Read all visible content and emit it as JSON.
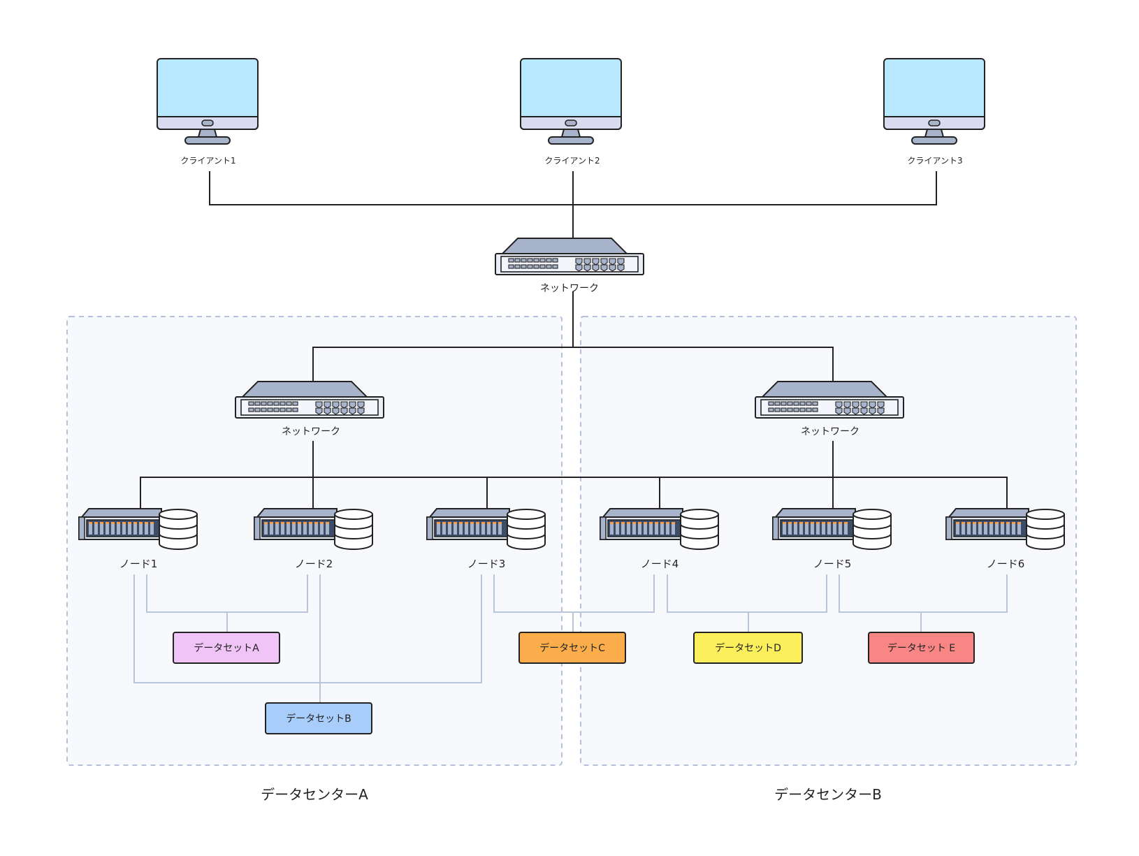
{
  "clients": [
    {
      "label": "クライアント1"
    },
    {
      "label": "クライアント2"
    },
    {
      "label": "クライアント3"
    }
  ],
  "networks": {
    "core": "ネットワーク",
    "dc_a": "ネットワーク",
    "dc_b": "ネットワーク"
  },
  "nodes": [
    {
      "label": "ノード1"
    },
    {
      "label": "ノード2"
    },
    {
      "label": "ノード3"
    },
    {
      "label": "ノード4"
    },
    {
      "label": "ノード5"
    },
    {
      "label": "ノード6"
    }
  ],
  "datasets": [
    {
      "label": "データセットA",
      "color": "#f0c4f6"
    },
    {
      "label": "データセットB",
      "color": "#a9cdfa"
    },
    {
      "label": "データセットC",
      "color": "#fbad4b"
    },
    {
      "label": "データセットD",
      "color": "#fbef5b"
    },
    {
      "label": "データセット E",
      "color": "#f88685"
    }
  ],
  "datacenters": [
    {
      "label": "データセンターA"
    },
    {
      "label": "データセンターB"
    }
  ],
  "colors": {
    "zone_fill": "#f7f9fd",
    "zone_border": "#b5c0da",
    "line": "#222222",
    "dataset_line": "#b9c6dc",
    "monitor_screen": "#b8e9fe",
    "device_body": "#a8b3cc"
  }
}
